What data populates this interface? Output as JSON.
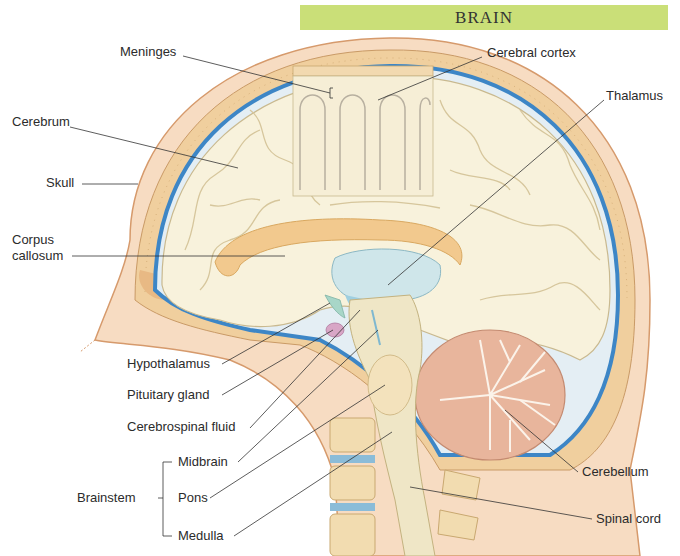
{
  "diagram": {
    "title": "BRAIN",
    "labels": [
      "Meninges",
      "Cerebral cortex",
      "Thalamus",
      "Cerebrum",
      "Skull",
      "Corpus callosum",
      "Hypothalamus",
      "Pituitary gland",
      "Cerebrospinal fluid",
      "Midbrain",
      "Pons",
      "Medulla",
      "Brainstem",
      "Cerebellum",
      "Spinal cord"
    ]
  }
}
